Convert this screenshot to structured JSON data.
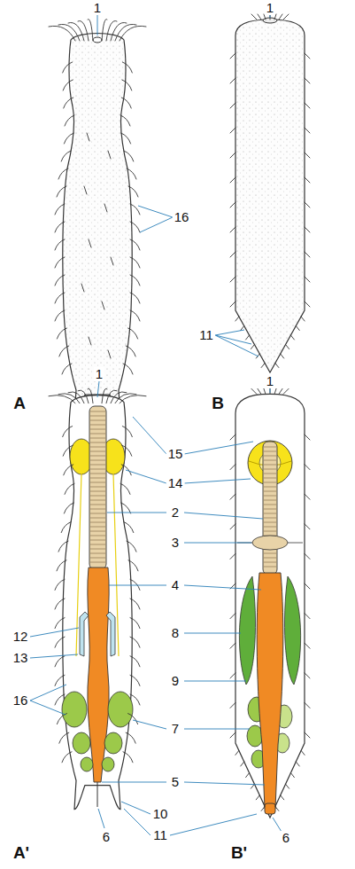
{
  "diagram": {
    "labels": [
      "1",
      "16",
      "1",
      "11",
      "A",
      "B",
      "1",
      "15",
      "14",
      "2",
      "3",
      "4",
      "8",
      "12",
      "13",
      "9",
      "16",
      "7",
      "5",
      "6",
      "10",
      "11",
      "A'",
      "B'",
      "1",
      "6"
    ]
  }
}
